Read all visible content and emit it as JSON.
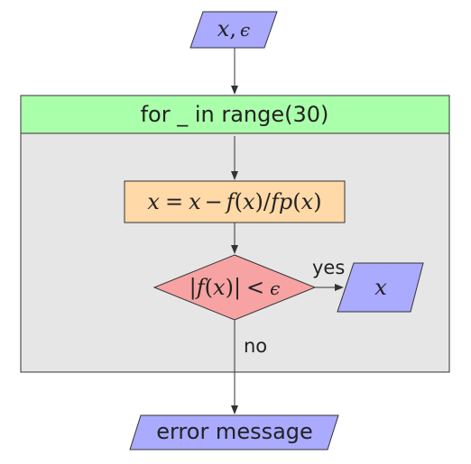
{
  "nodes": {
    "input": {
      "var_x": "x",
      "comma": ",",
      "var_eps": "ϵ"
    },
    "loop": {
      "label": "for _ in range(30)"
    },
    "update": {
      "lhs": "x",
      "eq": "=",
      "x": "x",
      "minus": "−",
      "f": "f",
      "lp1": "(",
      "x1": "x",
      "rp1": ")",
      "slash": "/",
      "fp": "fp",
      "lp2": "(",
      "x2": "x",
      "rp2": ")"
    },
    "condition": {
      "bar1": "|",
      "f": "f",
      "lp": "(",
      "x": "x",
      "rp": ")",
      "bar2": "|",
      "lt": "<",
      "eps": "ϵ"
    },
    "output_x": {
      "label": "x"
    },
    "error": {
      "label": "error message"
    }
  },
  "edges": {
    "yes_label": "yes",
    "no_label": "no"
  },
  "colors": {
    "input_fill": "#aaaaff",
    "loop_header_fill": "#aaffaa",
    "loop_body_fill": "#e6e6e6",
    "update_fill": "#ffd9a8",
    "condition_fill": "#f7a3a3",
    "output_fill": "#aaaaff",
    "stroke": "#333333"
  }
}
